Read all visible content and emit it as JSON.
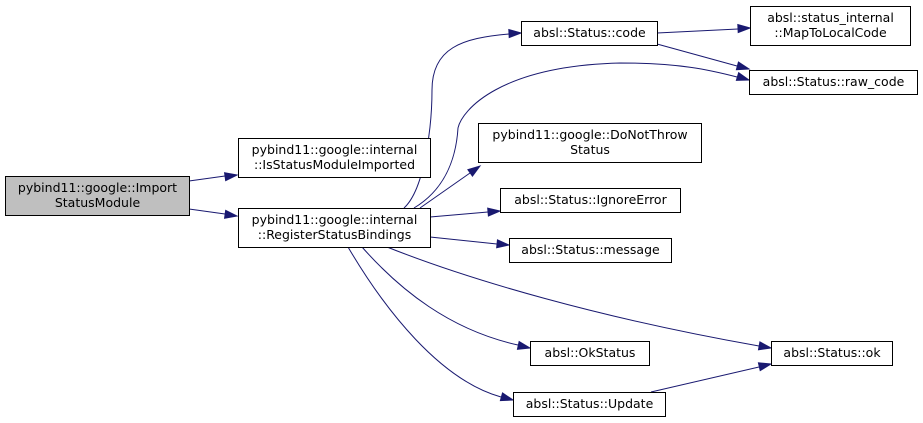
{
  "colors": {
    "edge": "#191970",
    "node_fill": "#ffffff",
    "node_selected_fill": "#bfbfbf",
    "node_border": "#000000"
  },
  "nodes": [
    {
      "id": "import_status_module",
      "lines": [
        "pybind11::google::Import",
        "StatusModule"
      ],
      "selected": true
    },
    {
      "id": "is_status_module_imported",
      "lines": [
        "pybind11::google::internal",
        "::IsStatusModuleImported"
      ],
      "selected": false
    },
    {
      "id": "register_status_bindings",
      "lines": [
        "pybind11::google::internal",
        "::RegisterStatusBindings"
      ],
      "selected": false
    },
    {
      "id": "status_code",
      "lines": [
        "absl::Status::code"
      ],
      "selected": false
    },
    {
      "id": "do_not_throw_status",
      "lines": [
        "pybind11::google::DoNotThrow",
        "Status"
      ],
      "selected": false
    },
    {
      "id": "ignore_error",
      "lines": [
        "absl::Status::IgnoreError"
      ],
      "selected": false
    },
    {
      "id": "message",
      "lines": [
        "absl::Status::message"
      ],
      "selected": false
    },
    {
      "id": "ok_status",
      "lines": [
        "absl::OkStatus"
      ],
      "selected": false
    },
    {
      "id": "update",
      "lines": [
        "absl::Status::Update"
      ],
      "selected": false
    },
    {
      "id": "map_to_local_code",
      "lines": [
        "absl::status_internal",
        "::MapToLocalCode"
      ],
      "selected": false
    },
    {
      "id": "raw_code",
      "lines": [
        "absl::Status::raw_code"
      ],
      "selected": false
    },
    {
      "id": "status_ok",
      "lines": [
        "absl::Status::ok"
      ],
      "selected": false
    }
  ],
  "edges": [
    {
      "from": "import_status_module",
      "to": "is_status_module_imported"
    },
    {
      "from": "import_status_module",
      "to": "register_status_bindings"
    },
    {
      "from": "register_status_bindings",
      "to": "status_code"
    },
    {
      "from": "register_status_bindings",
      "to": "raw_code"
    },
    {
      "from": "register_status_bindings",
      "to": "do_not_throw_status"
    },
    {
      "from": "register_status_bindings",
      "to": "ignore_error"
    },
    {
      "from": "register_status_bindings",
      "to": "message"
    },
    {
      "from": "register_status_bindings",
      "to": "status_ok"
    },
    {
      "from": "register_status_bindings",
      "to": "ok_status"
    },
    {
      "from": "register_status_bindings",
      "to": "update"
    },
    {
      "from": "status_code",
      "to": "map_to_local_code"
    },
    {
      "from": "status_code",
      "to": "raw_code"
    },
    {
      "from": "update",
      "to": "status_ok"
    }
  ]
}
